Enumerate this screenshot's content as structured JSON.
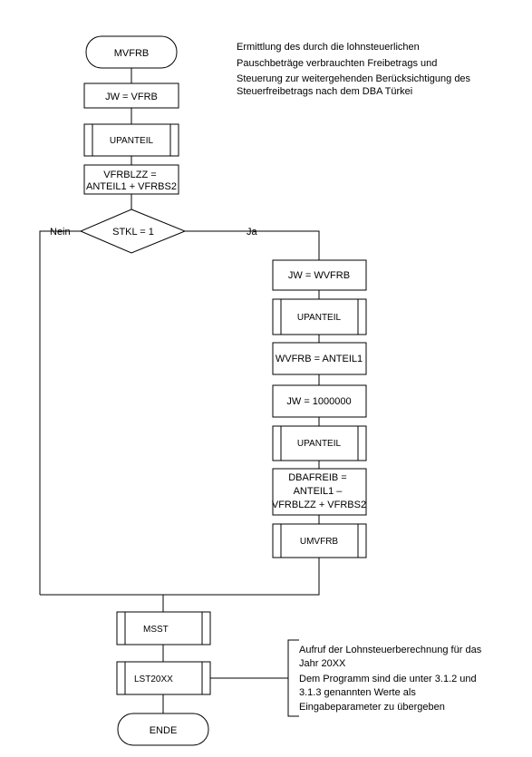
{
  "start": {
    "label": "MVFRB"
  },
  "note_top": [
    "Ermittlung des durch die lohnsteuerlichen",
    "Pauschbeträge verbrauchten Freibetrags und",
    "Steuerung zur weitergehenden Berücksichtigung des",
    "Steuerfreibetrags nach dem DBA Türkei"
  ],
  "main": {
    "jw_vfrb": "JW = VFRB",
    "upanteil_1": "UPANTEIL",
    "vfrblzz": [
      "VFRBLZZ =",
      "ANTEIL1 + VFRBS2"
    ]
  },
  "decision": {
    "label": "STKL = 1",
    "no": "Nein",
    "yes": "Ja"
  },
  "branch": {
    "jw_wvfrb": "JW = WVFRB",
    "upanteil_2": "UPANTEIL",
    "wvfrb_anteil1": "WVFRB = ANTEIL1",
    "jw_1000000": "JW = 1000000",
    "upanteil_3": "UPANTEIL",
    "dbafreib": [
      "DBAFREIB =",
      "ANTEIL1 –",
      "VFRBLZZ + VFRBS2"
    ],
    "umvfrb": "UMVFRB"
  },
  "tail": {
    "msst": "MSST",
    "lst20xx": "LST20XX",
    "end": "ENDE"
  },
  "note_bottom": [
    "Aufruf der Lohnsteuerberechnung für das",
    "Jahr 20XX",
    "Dem Programm sind die unter 3.1.2 und",
    "3.1.3 genannten Werte als",
    "Eingabeparameter zu übergeben"
  ]
}
